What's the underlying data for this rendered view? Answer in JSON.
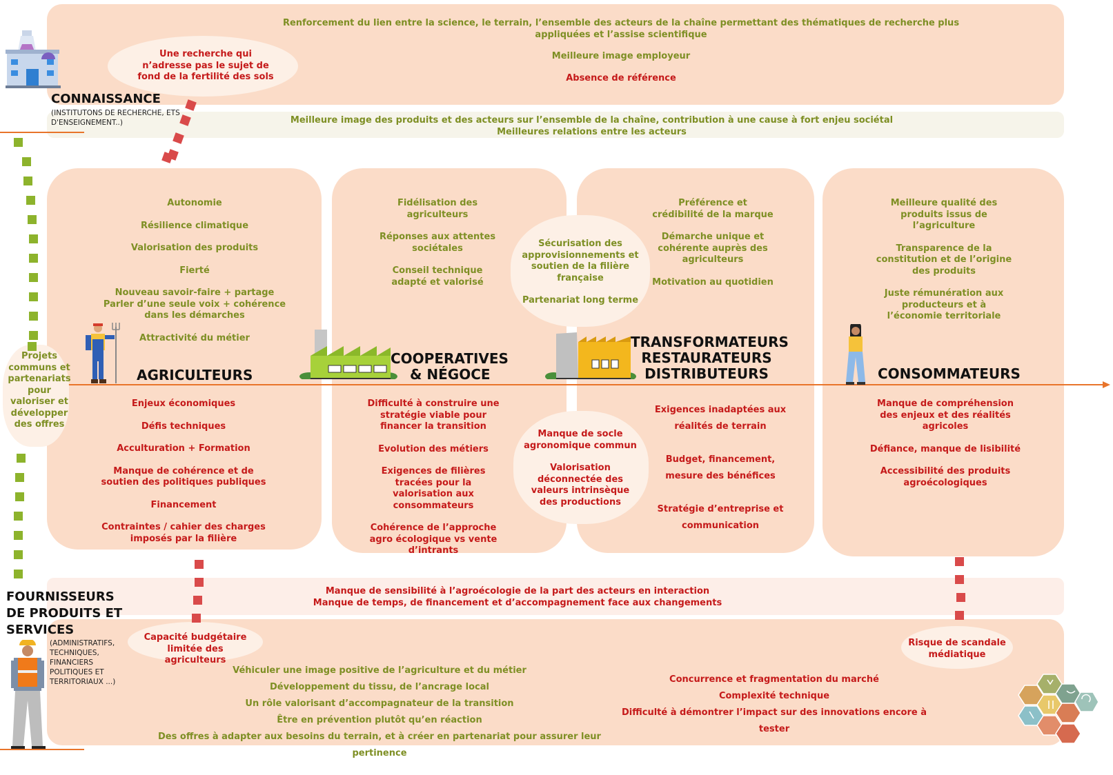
{
  "connaissance": {
    "title": "CONNAISSANCE",
    "subtitle": "(INSTITUTONS DE RECHERCHE, ETS D'ENSEIGNEMENT..)",
    "benefits": [
      "Renforcement du lien entre la science, le terrain, l’ensemble des acteurs de la chaîne permettant des thématiques de recherche plus appliquées et l’assise scientifique",
      "Meilleure image employeur"
    ],
    "risk": "Absence de référence",
    "cloud": "Une recherche qui n’adresse pas le sujet de fond de la fertilité des sols"
  },
  "shared_benefits": [
    "Meilleure image des produits et des acteurs sur l’ensemble de la chaîne, contribution à une cause à fort enjeu sociétal",
    "Meilleures relations entre les acteurs"
  ],
  "agriculteurs": {
    "title": "AGRICULTEURS",
    "benefits": [
      "Autonomie",
      "Résilience climatique",
      "Valorisation des produits",
      "Fierté",
      "Nouveau savoir-faire + partage\nParler d’une seule voix + cohérence dans les démarches",
      "Attractivité du métier"
    ],
    "challenges": [
      "Enjeux économiques",
      "Défis techniques",
      "Acculturation + Formation",
      "Manque de cohérence et de soutien des politiques publiques",
      "Financement",
      "Contraintes / cahier des charges imposés par la filière"
    ]
  },
  "cooperatives": {
    "title_line1": "COOPERATIVES",
    "title_line2": "& NÉGOCE",
    "benefits": [
      "Fidélisation des agriculteurs",
      "Réponses aux attentes sociétales",
      "Conseil technique adapté et valorisé"
    ],
    "challenges": [
      "Difficulté à construire une stratégie viable pour financer la transition",
      "Evolution des métiers",
      "Exigences de filières tracées pour la valorisation aux consommateurs",
      "Cohérence de l’approche agro écologique vs vente d’intrants"
    ]
  },
  "shared_coop_transfo": {
    "benefits": [
      "Sécurisation des approvisionnements et soutien de la filière française",
      "Partenariat long terme"
    ],
    "challenges": [
      "Manque de socle agronomique commun",
      "Valorisation déconnectée des valeurs intrinsèque des productions"
    ]
  },
  "transformateurs": {
    "title_line1": "TRANSFORMATEURS",
    "title_line2": "RESTAURATEURS",
    "title_line3": "DISTRIBUTEURS",
    "benefits": [
      "Préférence et crédibilité de la marque",
      "Démarche unique et cohérente auprès des agriculteurs",
      "Motivation au quotidien"
    ],
    "challenges": [
      "Exigences inadaptées aux réalités de terrain",
      "Budget, financement, mesure des bénéfices",
      "Stratégie d’entreprise et communication"
    ]
  },
  "consommateurs": {
    "title": "CONSOMMATEURS",
    "benefits": [
      "Meilleure qualité des produits issus de l’agriculture",
      "Transparence de la constitution et de l’origine des produits",
      "Juste rémunération aux producteurs et à l’économie territoriale"
    ],
    "challenges": [
      "Manque de compréhension des enjeux et des réalités agricoles",
      "Défiance, manque de lisibilité",
      "Accessibilité des produits agroécologiques"
    ]
  },
  "projets_communs": "Projets communs et partenariats pour valoriser et développer des offres",
  "shared_challenges": [
    "Manque de sensibilité à l’agroécologie de la part des acteurs en interaction",
    "Manque de temps, de financement et d’accompagnement face aux changements"
  ],
  "fournisseurs": {
    "title": "FOURNISSEURS DE PRODUITS ET SERVICES",
    "subtitle": "(ADMINISTRATIFS, TECHNIQUES, FINANCIERS POLITIQUES ET TERRITORIAUX ...)",
    "cloud_left": "Capacité budgétaire limitée des agriculteurs",
    "cloud_right": "Risque de scandale médiatique",
    "benefits": [
      "Véhiculer une image positive de l’agriculture et du métier",
      "Développement du tissu, de l’ancrage local",
      "Un rôle valorisant d’accompagnateur de la transition",
      "Être en prévention plutôt qu’en réaction",
      "Des offres à adapter aux besoins du terrain, et à créer en partenariat pour assurer leur pertinence"
    ],
    "challenges": [
      "Concurrence et fragmentation du marché",
      "Complexité technique",
      "Difficulté à démontrer l’impact sur des innovations encore à tester"
    ]
  },
  "colors": {
    "panel": "#fbdcc8",
    "positive": "#7e8f24",
    "negative": "#c51a1a",
    "axis": "#e8742a",
    "green_dash": "#8db32c",
    "red_dash": "#d94a4a"
  }
}
